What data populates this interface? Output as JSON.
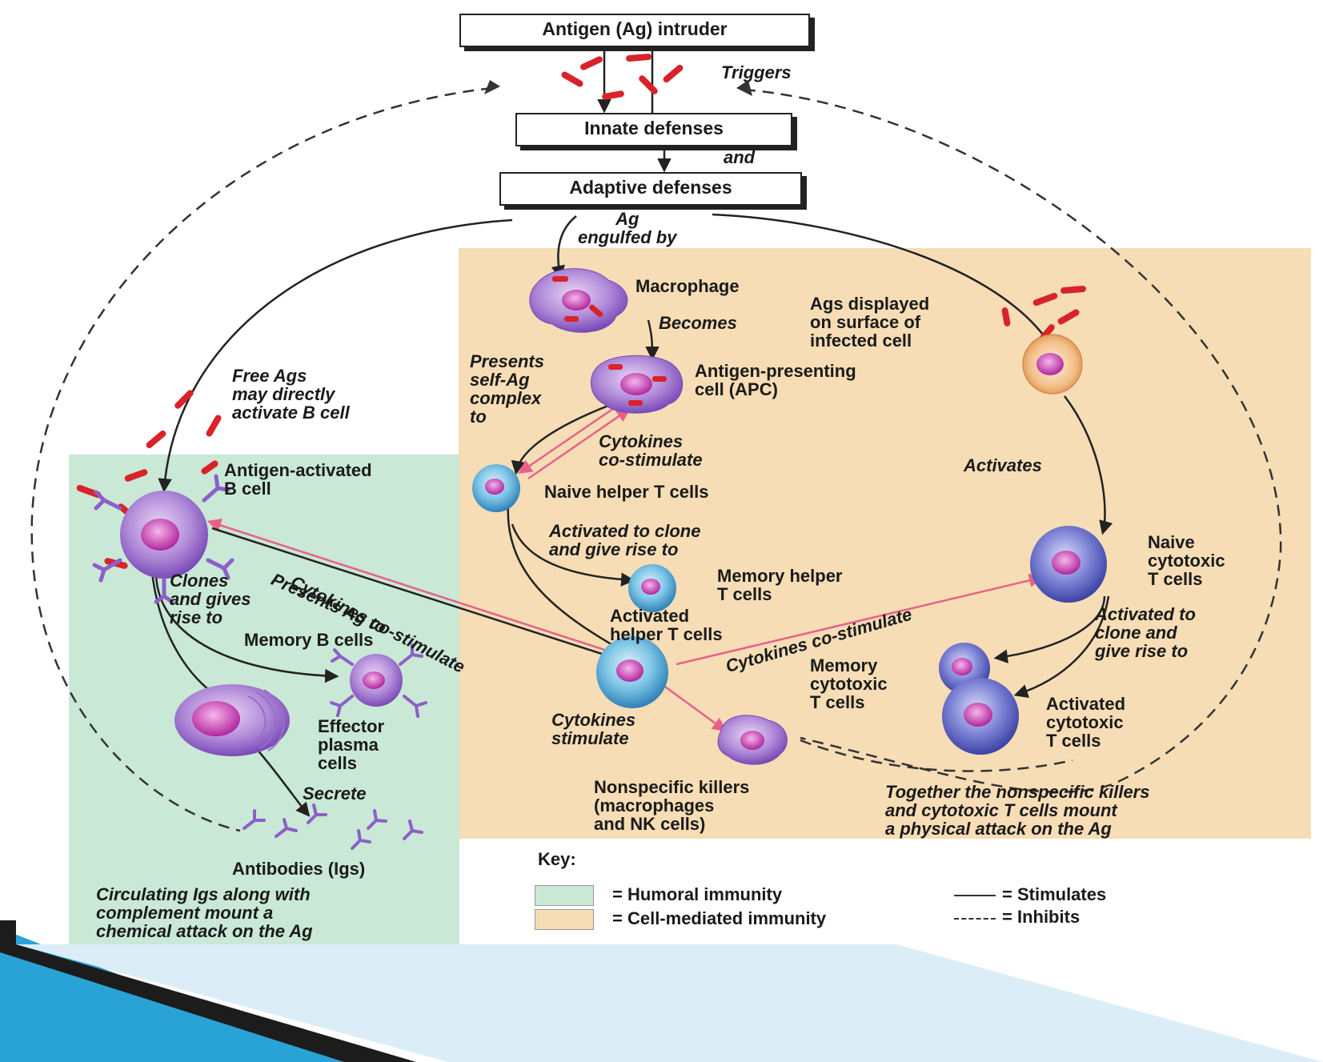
{
  "colors": {
    "humoral_bg": "#c9e8d6",
    "cell_mediated_bg": "#f6ddb5",
    "antigen_red": "#d8232a",
    "cytokine_pink": "#e8608a",
    "cell_purple": "#8d5fc8",
    "tcell_blue": "#3a8fc4"
  },
  "boxes": {
    "antigen": "Antigen (Ag) intruder",
    "innate": "Innate defenses",
    "adaptive": "Adaptive defenses"
  },
  "labels": {
    "triggers": "Triggers",
    "and": "and",
    "ag_engulfed": "Ag\nengulfed by",
    "macrophage": "Macrophage",
    "becomes": "Becomes",
    "ags_displayed": "Ags displayed\non surface of\ninfected cell",
    "presents_self": "Presents\nself-Ag\ncomplex\nto",
    "apc": "Antigen-presenting\ncell (APC)",
    "free_ags": "Free Ags\nmay directly\nactivate B cell",
    "cytokines_costim": "Cytokines\nco-stimulate",
    "activates": "Activates",
    "antigen_b": "Antigen-activated\nB cell",
    "naive_helper": "Naive helper T cells",
    "activated_clone": "Activated to clone\nand give rise to",
    "memory_helper": "Memory helper\nT cells",
    "activated_helper": "Activated\nhelper T cells",
    "naive_cyto": "Naive\ncytotoxic\nT cells",
    "activated_clone2": "Activated to\nclone and\ngive rise to",
    "clones": "Clones\nand gives\nrise to",
    "presents_ag": "Presents Ag to",
    "cyto_costim_diag1": "Cytokines co-stimulate",
    "cyto_costim_diag2": "Cytokines co-stimulate",
    "memory_b": "Memory B cells",
    "memory_cyto": "Memory\ncytotoxic\nT cells",
    "activated_cyto": "Activated\ncytotoxic\nT cells",
    "effector": "Effector\nplasma\ncells",
    "cyto_stim": "Cytokines\nstimulate",
    "secrete": "Secrete",
    "nonspecific": "Nonspecific killers\n(macrophages\nand NK cells)",
    "together": "Together the nonspecific killers\nand cytotoxic T cells mount\na physical attack on the Ag",
    "antibodies": "Antibodies (Igs)",
    "circulating": "Circulating Igs along with\ncomplement mount a\nchemical attack on the Ag"
  },
  "key": {
    "title": "Key:",
    "humoral": "= Humoral immunity",
    "cell_mediated": "= Cell-mediated immunity",
    "stimulates": "= Stimulates",
    "inhibits": "= Inhibits"
  }
}
